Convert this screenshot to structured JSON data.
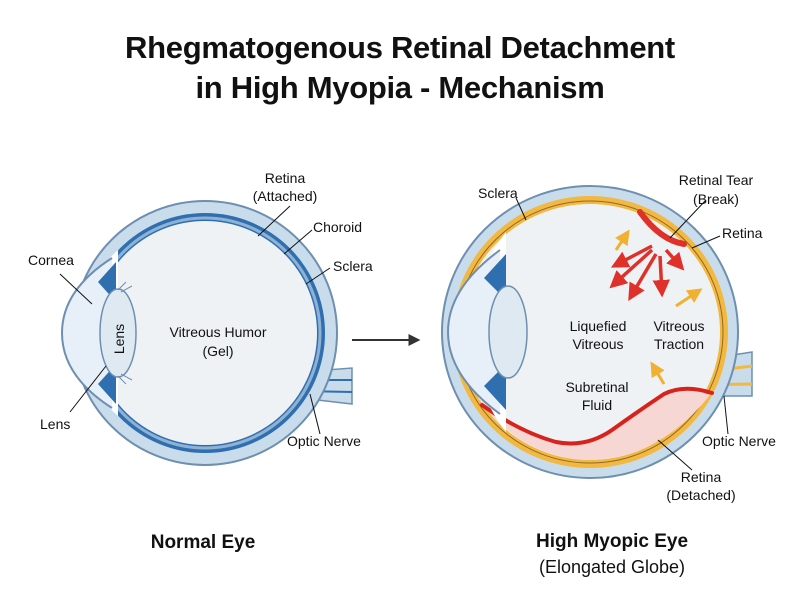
{
  "title": {
    "line1": "Rhegmatogenous Retinal Detachment",
    "line2": "in High Myopia - Mechanism"
  },
  "normal_eye": {
    "caption": "Normal Eye",
    "labels": {
      "retina_line1": "Retina",
      "retina_line2": "(Attached)",
      "choroid": "Choroid",
      "sclera": "Sclera",
      "cornea": "Cornea",
      "lens_inner": "Lens",
      "lens": "Lens",
      "vitreous_line1": "Vitreous Humor",
      "vitreous_line2": "(Gel)",
      "optic_nerve": "Optic Nerve"
    }
  },
  "myopic_eye": {
    "caption_line1": "High Myopic Eye",
    "caption_line2": "(Elongated Globe)",
    "labels": {
      "sclera": "Sclera",
      "tear_line1": "Retinal Tear",
      "tear_line2": "(Break)",
      "retina": "Retina",
      "liquefied_line1": "Liquefied",
      "liquefied_line2": "Vitreous",
      "traction_line1": "Vitreous",
      "traction_line2": "Traction",
      "subretinal_line1": "Subretinal",
      "subretinal_line2": "Fluid",
      "optic_nerve": "Optic Nerve",
      "detached_line1": "Retina",
      "detached_line2": "(Detached)"
    }
  },
  "colors": {
    "sclera": "#c9dcec",
    "sclera_edge": "#6e8fb0",
    "choroid": "#2f6fb0",
    "vitreous": "#eef2f5",
    "retina_myopic": "#f2b840",
    "detached_retina": "#d8231d",
    "tear_arrow": "#e0302a",
    "traction_arrow": "#f2b840",
    "fluid": "#f7d7d3"
  },
  "icons": [
    "transition-arrow-icon",
    "tear-arrow-icon",
    "traction-arrow-icon"
  ]
}
